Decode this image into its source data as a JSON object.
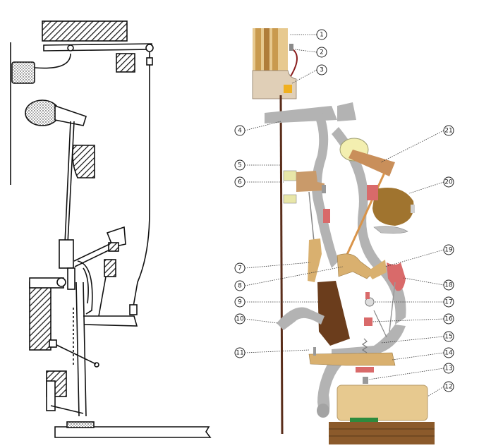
{
  "callouts": [
    {
      "number": "1"
    },
    {
      "number": "2"
    },
    {
      "number": "3"
    },
    {
      "number": "4"
    },
    {
      "number": "5"
    },
    {
      "number": "6"
    },
    {
      "number": "7"
    },
    {
      "number": "8"
    },
    {
      "number": "9"
    },
    {
      "number": "10"
    },
    {
      "number": "11"
    },
    {
      "number": "12"
    },
    {
      "number": "13"
    },
    {
      "number": "14"
    },
    {
      "number": "15"
    },
    {
      "number": "16"
    },
    {
      "number": "17"
    },
    {
      "number": "18"
    },
    {
      "number": "19"
    },
    {
      "number": "20"
    },
    {
      "number": "21"
    }
  ],
  "colors": {
    "frame_gray": "#b3b3b3",
    "wood_light": "#e7c98f",
    "wood_tan": "#d9b06f",
    "wood_dark": "#8b5a2b",
    "felt_brown": "#6b3d1c",
    "felt_red": "#d96a6a",
    "string_brown": "#5a2d1a",
    "green_felt": "#2e8b3e",
    "hammer_brown": "#a0742f",
    "ink": "#111111"
  }
}
